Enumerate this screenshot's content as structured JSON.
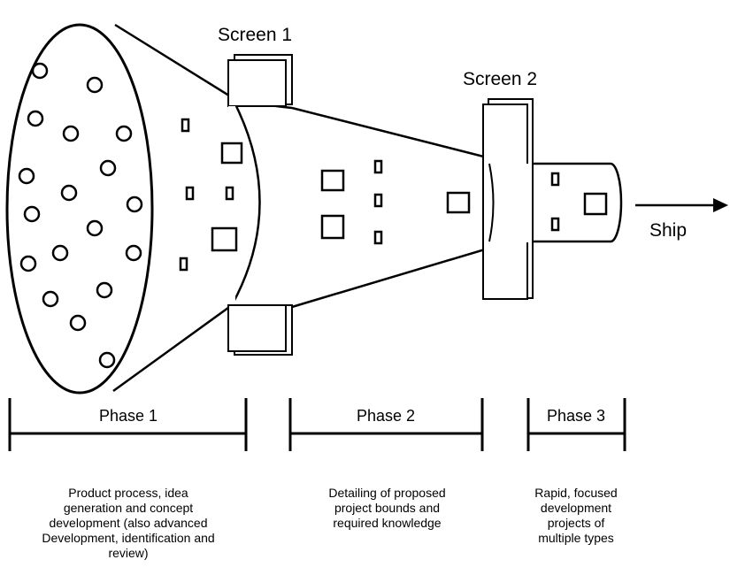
{
  "diagram": {
    "screens": [
      {
        "label": "Screen 1"
      },
      {
        "label": "Screen 2"
      }
    ],
    "output_label": "Ship",
    "phases": [
      {
        "label": "Phase 1",
        "description": "Product process, idea\ngeneration and concept\ndevelopment (also advanced\nDevelopment, identification and\nreview)"
      },
      {
        "label": "Phase 2",
        "description": "Detailing of proposed\nproject bounds and\nrequired knowledge"
      },
      {
        "label": "Phase 3",
        "description": "Rapid, focused\ndevelopment\nprojects of\nmultiple types"
      }
    ]
  }
}
